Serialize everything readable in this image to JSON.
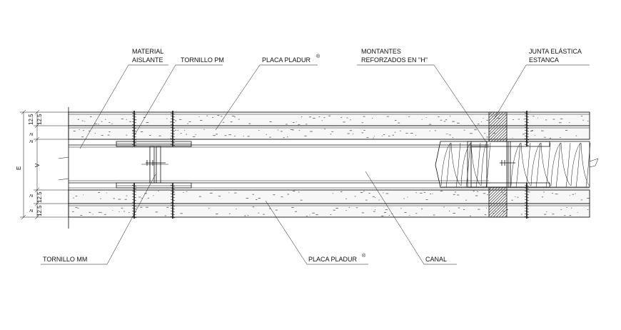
{
  "labels": {
    "material_aislante": [
      "MATERIAL",
      "AISLANTE"
    ],
    "tornillo_pm": "TORNILLO PM",
    "placa_pladur_top": "PLACA PLADUR",
    "placa_pladur_bottom": "PLACA PLADUR",
    "registered_mark": "®",
    "montantes": [
      "MONTANTES",
      "REFORZADOS EN \"H\""
    ],
    "junta": [
      "JUNTA ELÁSTICA",
      "ESTANCA"
    ],
    "tornillo_mm": "TORNILLO MM",
    "canal": "CANAL"
  },
  "dimensions": {
    "top_layer_1": "12.5",
    "top_layer_2": "12.5",
    "top_symbol_1": "≥",
    "top_symbol_2": "≥",
    "core": "V",
    "total": "E",
    "bottom_layer_1": "12.5",
    "bottom_layer_2": "12.5",
    "bottom_symbol_1": "≥",
    "bottom_symbol_2": "≥"
  },
  "colors": {
    "line": "#111111",
    "board_fill": "#f7f7f7",
    "hatch": "#333333"
  }
}
